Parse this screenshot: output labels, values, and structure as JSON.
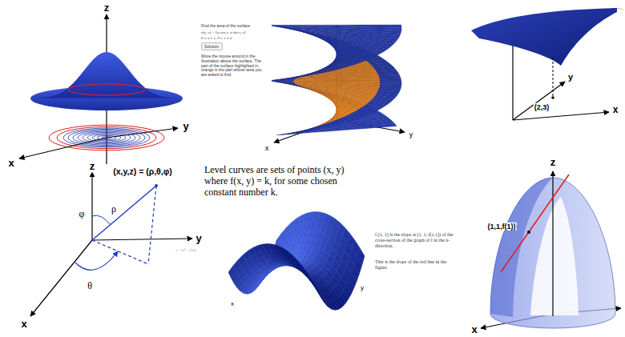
{
  "diagram": {
    "nodes": [
      {
        "text": [
          "Solution"
        ]
      }
    ],
    "labels": [
      "z",
      "y",
      "x",
      "Find the area of the surface",
      "r(u, v) = ⟨u cos v, u sin v, v⟩",
      "0 ≤ u ≤ 1, 0 ≤ v ≤ π",
      "Move the mouse around in the illustration above the surface. The part of the surface highlighted in orange is the part whose area you are asked to find.",
      "x",
      "y",
      "y",
      "(2,3)",
      "x",
      "z",
      "(x,y,z) = (ρ,θ,φ)",
      "φ",
      "ρ",
      "θ",
      "y",
      "x",
      "z = (x² − y²)/4",
      "Level curves are sets of points (x, y) where f(x, y) = k, for some chosen constant number k.",
      "x",
      "y",
      "fₓ(1, 1) is the slope at (1, 1, f(1,1)) of the cross-section of the graph of f in the x-direction.",
      "This is the slope of the red line in the figure.",
      "z",
      "(1,1,f(1))",
      "x"
    ]
  }
}
